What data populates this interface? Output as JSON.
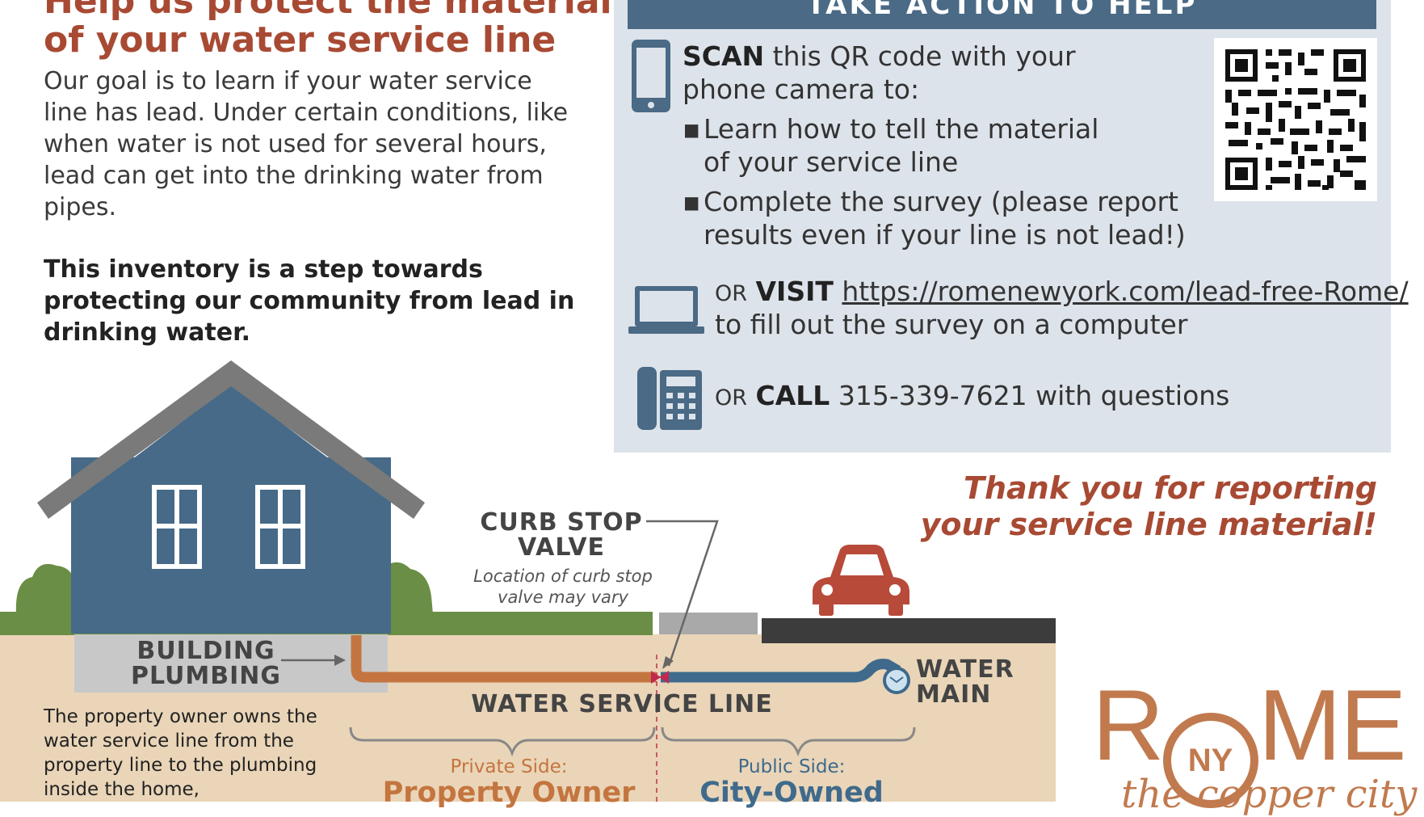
{
  "heading": {
    "line1": "Help us protect the material",
    "line2": "of your water service line"
  },
  "intro": "Our goal is to learn if your water service line has lead. Under certain conditions, like when water is not used for several hours, lead can get into the drinking water from pipes.",
  "bold_statement": "This inventory is a step towards protecting our community from lead in drinking water.",
  "action": {
    "header": "TAKE ACTION TO HELP",
    "scan_bold": "SCAN",
    "scan_rest": " this QR code with your",
    "scan_line2": "phone camera to:",
    "bullet1_line1": "Learn how to tell the material",
    "bullet1_line2": "of your service line",
    "bullet2_line1": "Complete the survey (please report",
    "bullet2_line2": "results even if your line is not lead!)",
    "or1": "OR",
    "visit_bold": "VISIT",
    "url": "https://romenewyork.com/lead-free-Rome/",
    "visit_line2": "to fill out the survey on a computer",
    "or2": "OR",
    "call_bold": "CALL",
    "call_rest": "315-339-7621 with questions",
    "icons": [
      "phone-icon",
      "laptop-icon",
      "telephone-icon",
      "qr-code"
    ]
  },
  "thanks": {
    "line1": "Thank you for reporting",
    "line2": "your service line material!"
  },
  "diagram": {
    "curb_stop_line1": "CURB STOP",
    "curb_stop_line2": "VALVE",
    "curb_note_line1": "Location of curb stop",
    "curb_note_line2": "valve may vary",
    "building_line1": "BUILDING",
    "building_line2": "PLUMBING",
    "water_main_line1": "WATER",
    "water_main_line2": "MAIN",
    "service_line": "WATER SERVICE LINE",
    "private_small": "Private Side:",
    "private_big": "Property Owner",
    "public_small": "Public Side:",
    "public_big": "City-Owned",
    "owner_text": "The property owner owns the water service line from the property line to the plumbing inside the home,"
  },
  "logo": {
    "rome_left": "R",
    "rome_ny": "NY",
    "rome_right": "ME",
    "tagline": "the copper city"
  },
  "colors": {
    "accent_red": "#a84a33",
    "panel_blue": "#4a6a86",
    "house_blue": "#466a87",
    "copper": "#c17a4e",
    "pipe_private": "#c4753f",
    "pipe_public": "#3f6a8c"
  }
}
